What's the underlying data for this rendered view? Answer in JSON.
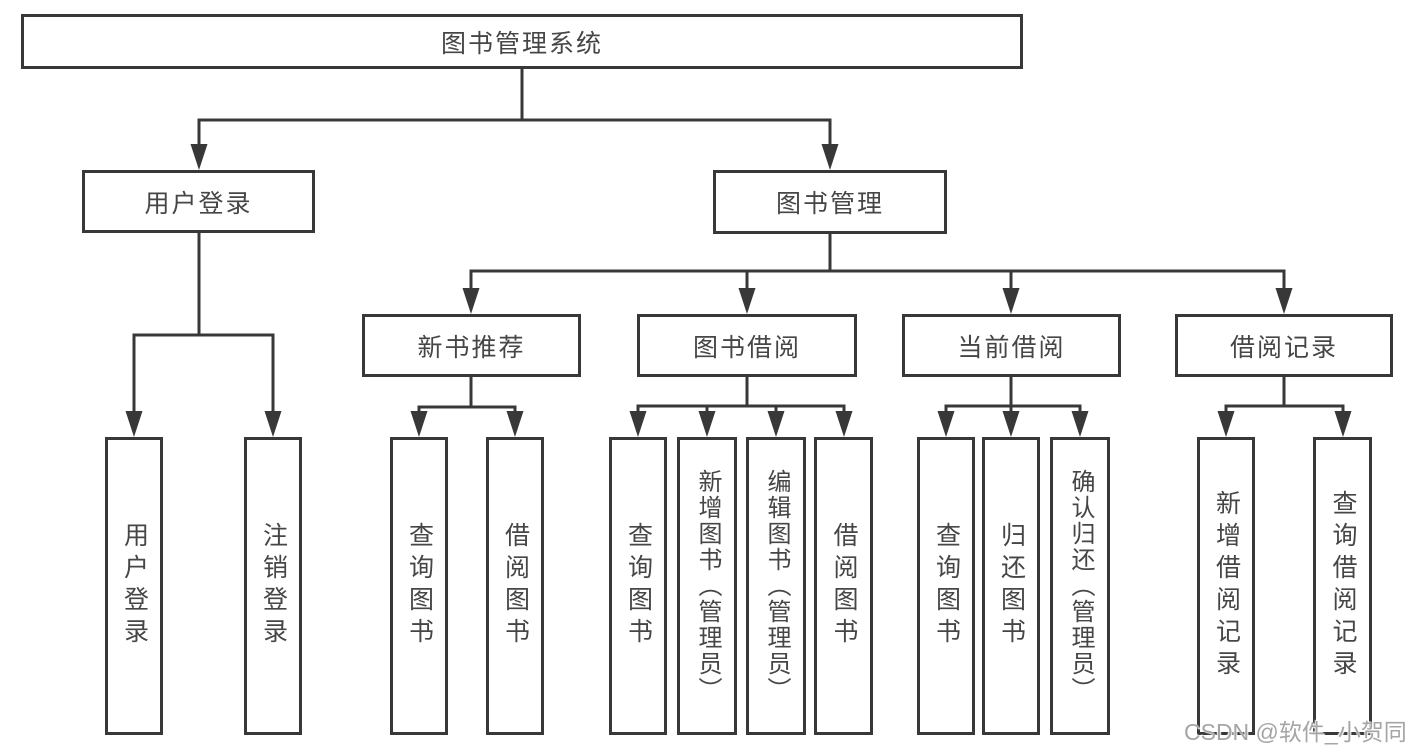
{
  "diagram": {
    "title": "图书管理系统",
    "level1": {
      "user_login": "用户登录",
      "book_mgmt": "图书管理"
    },
    "level2": {
      "new_book_recommend": "新书推荐",
      "book_borrow": "图书借阅",
      "current_borrow": "当前借阅",
      "borrow_records": "借阅记录"
    },
    "leaves": {
      "login": "用户登录",
      "logout": "注销登录",
      "recommend_query_books": "查询图书",
      "recommend_borrow_books": "借阅图书",
      "borrow_query_books": "查询图书",
      "borrow_add_books": "新增图书（管理员）",
      "borrow_edit_books": "编辑图书（管理员）",
      "borrow_borrow_books": "借阅图书",
      "current_query_books": "查询图书",
      "current_return_books": "归还图书",
      "current_confirm_return": "确认归还（管理员）",
      "records_add_record": "新增借阅记录",
      "records_query_record": "查询借阅记录"
    }
  },
  "watermark": "CSDN @软件_小贺同学",
  "colors": {
    "background": "#ffffff",
    "line": "#383838",
    "box_border": "#383838",
    "text": "#464646",
    "watermark": "#a5a5a5"
  }
}
